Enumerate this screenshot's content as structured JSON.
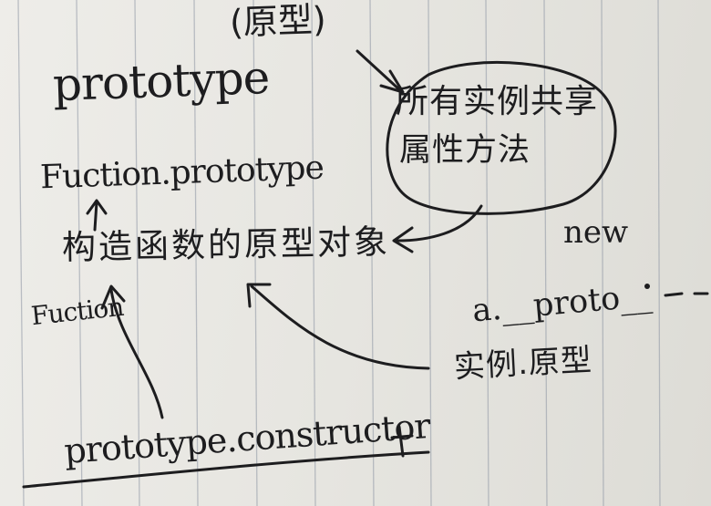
{
  "photo": {
    "ink_color": "#1d1d1f",
    "paper_color": "#e9e7e2",
    "rule_line_color": "#8e96a4"
  },
  "notes": {
    "heading": "prototype",
    "heading_cn": "(原型)",
    "shared_bubble_line1": "所有实例共享",
    "shared_bubble_line2": "属性方法",
    "function_prototype": "Fuction.prototype",
    "constructor_prototype_object": "构造函数的原型对象",
    "new_keyword": "new",
    "instance_proto": "a.__proto__",
    "fuction_arrow_label": "Fuction",
    "instance_prototype": "实例.原型",
    "prototype_constructor": "prototype.constructor"
  }
}
